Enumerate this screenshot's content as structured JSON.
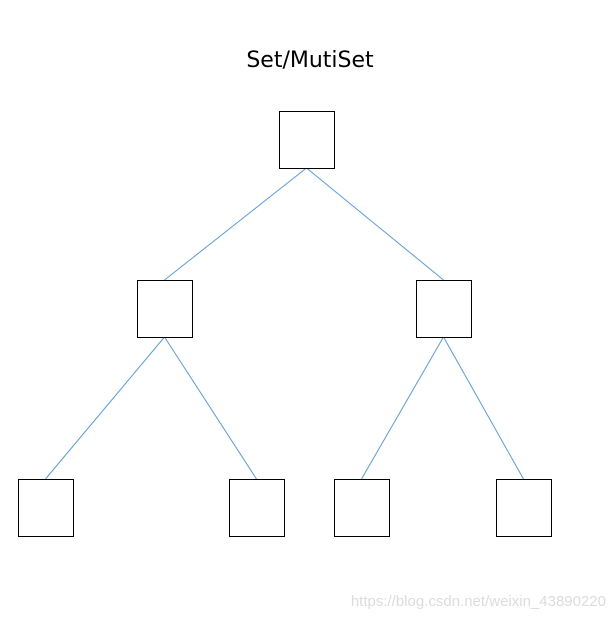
{
  "diagram": {
    "title": "Set/MutiSet",
    "watermark": "https://blog.csdn.net/weixin_43890220",
    "edge_color": "#5b9bd5",
    "node_border_color": "#000000",
    "nodes": [
      {
        "id": "n1"
      },
      {
        "id": "n2"
      },
      {
        "id": "n3"
      },
      {
        "id": "n4"
      },
      {
        "id": "n5"
      },
      {
        "id": "n6"
      },
      {
        "id": "n7"
      }
    ],
    "edges": [
      {
        "from": "n1",
        "to": "n2"
      },
      {
        "from": "n1",
        "to": "n3"
      },
      {
        "from": "n2",
        "to": "n4"
      },
      {
        "from": "n2",
        "to": "n5"
      },
      {
        "from": "n3",
        "to": "n6"
      },
      {
        "from": "n3",
        "to": "n7"
      }
    ]
  }
}
